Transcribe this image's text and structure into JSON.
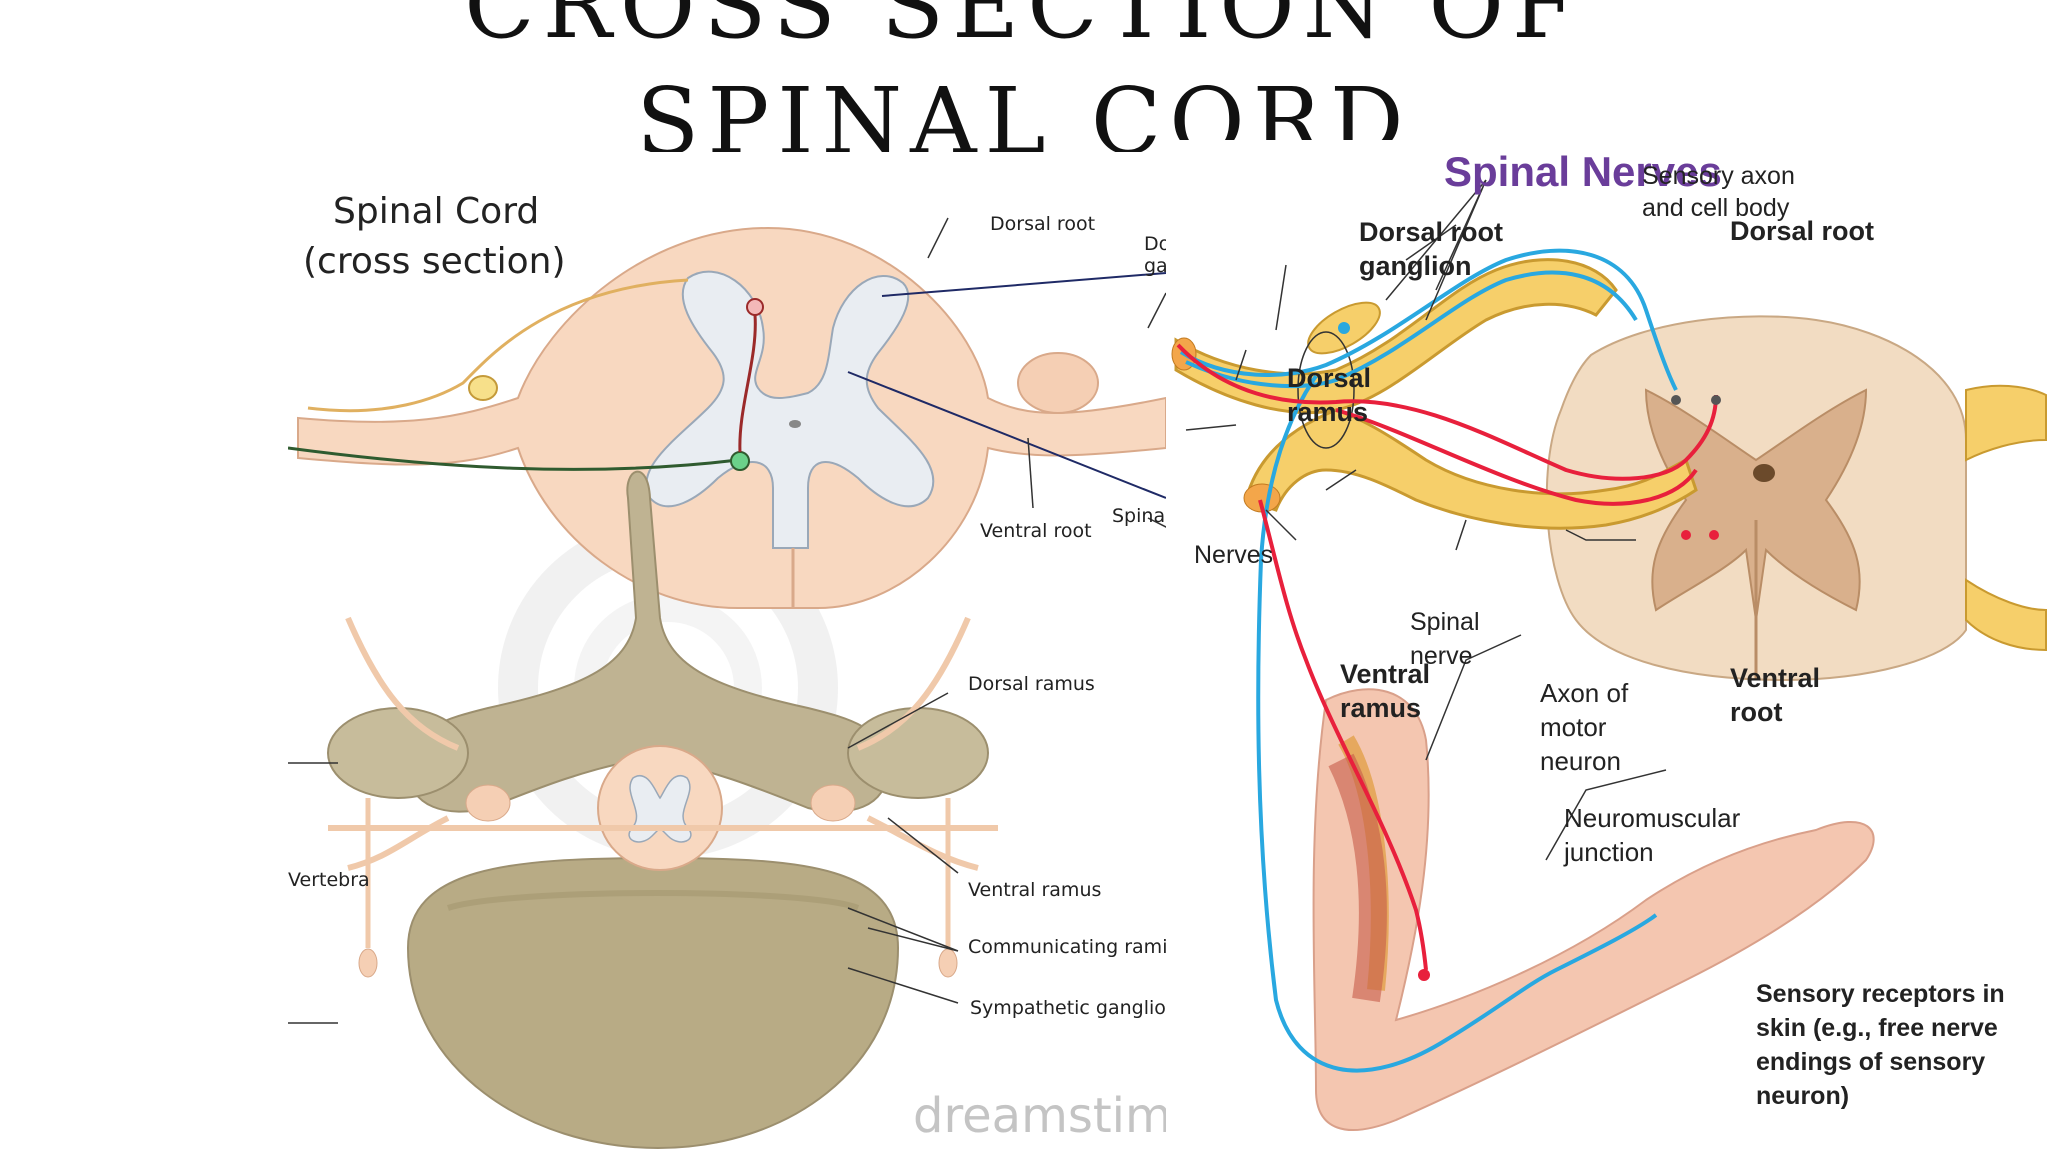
{
  "slide": {
    "title_line1": "CROSS SECTION OF",
    "title_line2": "SPINAL CORD"
  },
  "left_figure": {
    "title_line1": "Spinal Cord",
    "title_line2": "(cross section)",
    "labels": {
      "dorsal_root": "Dorsal root",
      "dorsal_root_ganglion_cut": "Do",
      "dorsal_root_ganglion_cut2": "ga",
      "ventral_root": "Ventral root",
      "spinal_nerve_cut": "Spina",
      "dorsal_ramus": "Dorsal ramus",
      "ventral_ramus": "Ventral ramus",
      "communicating_rami": "Communicating rami",
      "sympathetic_ganglion_cut": "Sympathetic ganglio",
      "vertebra": "Vertebra"
    },
    "watermark": "dreamstim"
  },
  "right_figure": {
    "title": "Spinal Nerves",
    "labels": {
      "sensory_axon_1": "Sensory axon",
      "sensory_axon_2": "and cell body",
      "dorsal_root": "Dorsal root",
      "dorsal_root_ganglion_1": "Dorsal root",
      "dorsal_root_ganglion_2": "ganglion",
      "dorsal_ramus_1": "Dorsal",
      "dorsal_ramus_2": "ramus",
      "nerves": "Nerves",
      "spinal_nerve_1": "Spinal",
      "spinal_nerve_2": "nerve",
      "ventral_ramus_1": "Ventral",
      "ventral_ramus_2": "ramus",
      "axon_motor_1": "Axon of",
      "axon_motor_2": "motor",
      "axon_motor_3": "neuron",
      "ventral_root_1": "Ventral",
      "ventral_root_2": "root",
      "nmj_1": "Neuromuscular",
      "nmj_2": "junction",
      "receptors_1": "Sensory receptors in",
      "receptors_2": "skin (e.g., free nerve",
      "receptors_3": "endings of sensory",
      "receptors_4": "neuron)"
    },
    "colors": {
      "title": "#6a3d9a",
      "sensory": "#29a8e0",
      "motor": "#e8203c",
      "nerve": "#f2c15a"
    }
  }
}
